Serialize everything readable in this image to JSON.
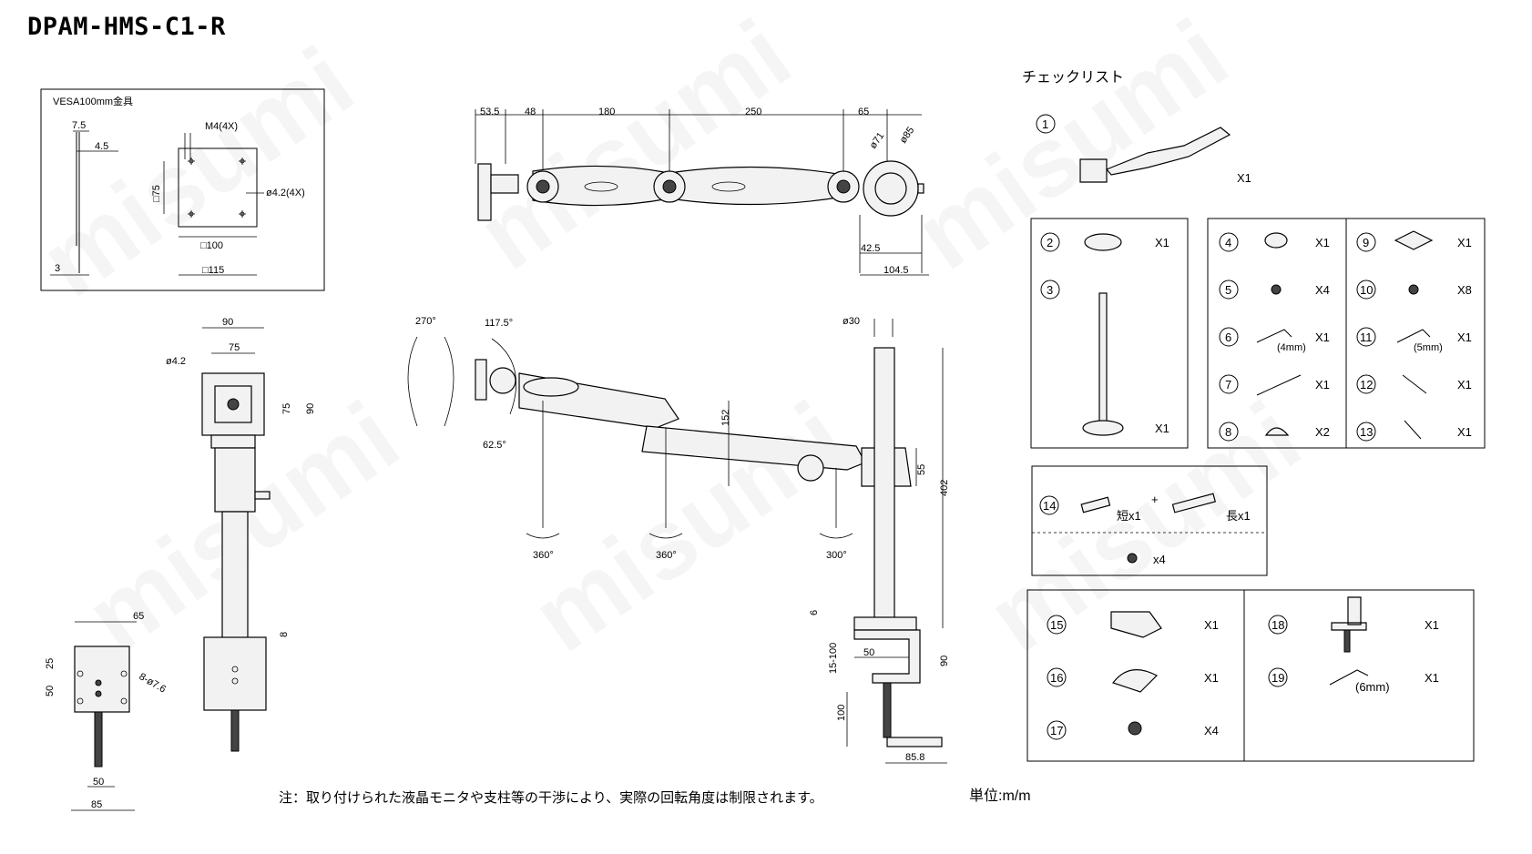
{
  "title": "DPAM-HMS-C1-R",
  "vesa_box": {
    "header": "VESA100mm金具",
    "dims": [
      "7.5",
      "4.5",
      "3",
      "M4(4X)",
      "□75",
      "ø4.2(4X)",
      "□100",
      "□115"
    ]
  },
  "top_view_dims": [
    "53.5",
    "48",
    "180",
    "250",
    "65",
    "ø71",
    "ø85",
    "42.5",
    "104.5"
  ],
  "front_view_dims": [
    "90",
    "75",
    "ø4.2",
    "75",
    "90",
    "8",
    "65",
    "25",
    "50",
    "8-ø7.6",
    "50",
    "85"
  ],
  "side_view_dims": [
    "270°",
    "117.5°",
    "62.5°",
    "360°",
    "360°",
    "300°",
    "ø30",
    "152",
    "55",
    "402",
    "6",
    "15-100",
    "50",
    "90",
    "100",
    "85.8"
  ],
  "checklist": {
    "heading": "チェックリスト",
    "items": [
      {
        "no": "1",
        "qty": "X1"
      },
      {
        "no": "2",
        "qty": "X1"
      },
      {
        "no": "3",
        "qty": "X1"
      },
      {
        "no": "4",
        "qty": "X1"
      },
      {
        "no": "5",
        "qty": "X4"
      },
      {
        "no": "6",
        "qty": "X1",
        "note": "(4mm)"
      },
      {
        "no": "7",
        "qty": "X1"
      },
      {
        "no": "8",
        "qty": "X2"
      },
      {
        "no": "9",
        "qty": "X1"
      },
      {
        "no": "10",
        "qty": "X8"
      },
      {
        "no": "11",
        "qty": "X1",
        "note": "(5mm)"
      },
      {
        "no": "12",
        "qty": "X1"
      },
      {
        "no": "13",
        "qty": "X1"
      },
      {
        "no": "14",
        "short": "短x1",
        "plus": "+",
        "long": "長x1",
        "qty": "x4"
      },
      {
        "no": "15",
        "qty": "X1"
      },
      {
        "no": "16",
        "qty": "X1"
      },
      {
        "no": "17",
        "qty": "X4"
      },
      {
        "no": "18",
        "qty": "X1"
      },
      {
        "no": "19",
        "qty": "X1",
        "note": "(6mm)"
      }
    ]
  },
  "footnote": "注：取り付けられた液晶モニタや支柱等の干渉により、実際の回転角度は制限されます。",
  "unit": "単位:m/m",
  "watermark": "misumi"
}
